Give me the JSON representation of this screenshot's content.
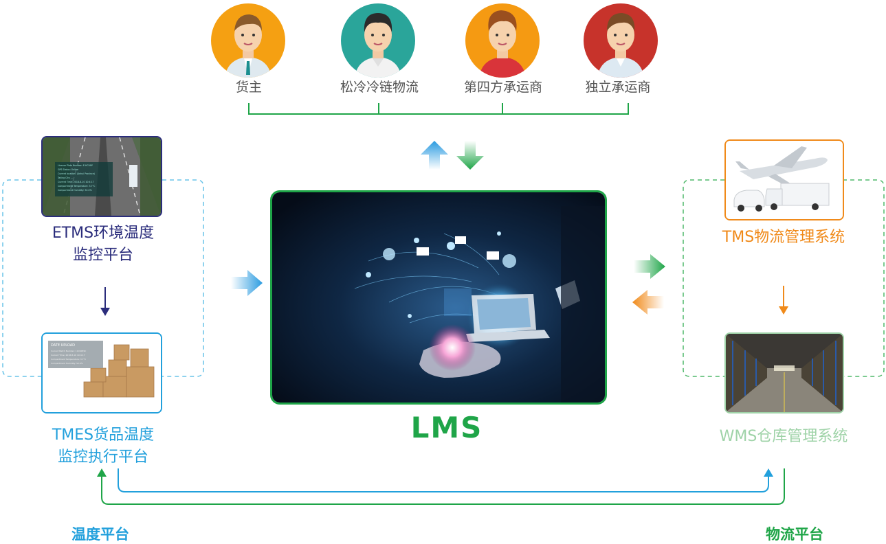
{
  "personas": [
    {
      "label": "货主",
      "color": "#f5a012"
    },
    {
      "label": "松冷冷链物流",
      "color": "#2aa59a"
    },
    {
      "label": "第四方承运商",
      "color": "#f59a12"
    },
    {
      "label": "独立承运商",
      "color": "#c7332b"
    }
  ],
  "center": {
    "title": "LMS"
  },
  "left_platform": {
    "etms_label": "ETMS环境温度\n监控平台",
    "tmes_label": "TMES货品温度\n监控执行平台",
    "footer": "温度平台",
    "etms_overlay_lines": [
      "License Plate Number: E-HC0AP",
      "GPS Status: Online",
      "Current location: (Anhui Province)",
      "Taking City: ...",
      "Current Time: 2018-8-10 10:4:17",
      "Compartment Temperature: 3.7°C",
      "Compartment Humidity: 52.0%"
    ],
    "tmes_overlay_title": "DATE UPLOAD",
    "tmes_overlay_lines": [
      "Current Batch Number: 1101089C",
      "Current Time: 2018-8-10 10:4:17",
      "Compartment Temperature: 3.7°C",
      "Compartment Humidity: 52.0%"
    ]
  },
  "right_platform": {
    "tms_label": "TMS物流管理系统",
    "wms_label": "WMS仓库管理系统",
    "footer": "物流平台"
  },
  "colors": {
    "green": "#1fa548",
    "navy": "#2b2d7c",
    "blue": "#22a0dc",
    "orange": "#f08a1a",
    "light_green": "#9fd3a8",
    "dashed_blue": "#69c3e8",
    "dashed_green": "#4fb86a"
  }
}
